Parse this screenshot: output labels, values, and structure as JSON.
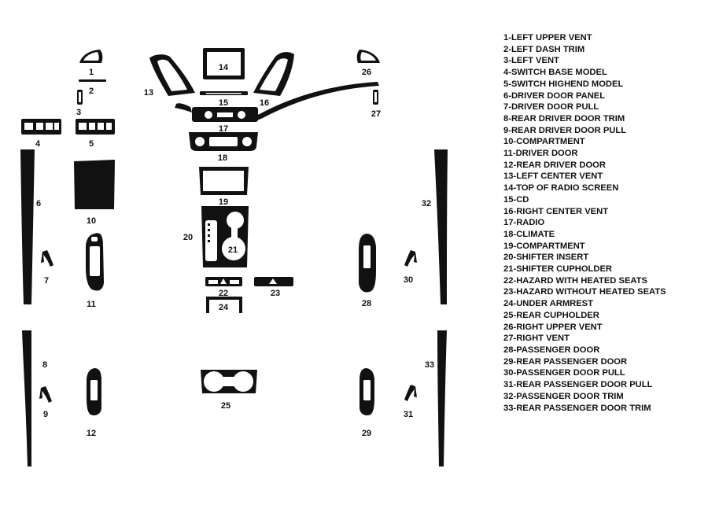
{
  "parts": [
    {
      "num": "1",
      "name": "LEFT UPPER VENT"
    },
    {
      "num": "2",
      "name": "LEFT DASH TRIM"
    },
    {
      "num": "3",
      "name": "LEFT VENT"
    },
    {
      "num": "4",
      "name": "SWITCH BASE MODEL"
    },
    {
      "num": "5",
      "name": "SWITCH HIGHEND MODEL"
    },
    {
      "num": "6",
      "name": "DRIVER DOOR PANEL"
    },
    {
      "num": "7",
      "name": "DRIVER DOOR PULL"
    },
    {
      "num": "8",
      "name": "REAR DRIVER DOOR TRIM"
    },
    {
      "num": "9",
      "name": "REAR DRIVER DOOR PULL"
    },
    {
      "num": "10",
      "name": "COMPARTMENT"
    },
    {
      "num": "11",
      "name": "DRIVER DOOR"
    },
    {
      "num": "12",
      "name": "REAR DRIVER DOOR"
    },
    {
      "num": "13",
      "name": "LEFT CENTER VENT"
    },
    {
      "num": "14",
      "name": "TOP OF RADIO SCREEN"
    },
    {
      "num": "15",
      "name": "CD"
    },
    {
      "num": "16",
      "name": "RIGHT CENTER VENT"
    },
    {
      "num": "17",
      "name": "RADIO"
    },
    {
      "num": "18",
      "name": "CLIMATE"
    },
    {
      "num": "19",
      "name": "COMPARTMENT"
    },
    {
      "num": "20",
      "name": "SHIFTER INSERT"
    },
    {
      "num": "21",
      "name": "SHIFTER CUPHOLDER"
    },
    {
      "num": "22",
      "name": "HAZARD WITH HEATED SEATS"
    },
    {
      "num": "23",
      "name": "HAZARD WITHOUT HEATED SEATS"
    },
    {
      "num": "24",
      "name": "UNDER ARMREST"
    },
    {
      "num": "25",
      "name": "REAR CUPHOLDER"
    },
    {
      "num": "26",
      "name": "RIGHT UPPER VENT"
    },
    {
      "num": "27",
      "name": "RIGHT VENT"
    },
    {
      "num": "28",
      "name": "PASSENGER DOOR"
    },
    {
      "num": "29",
      "name": "REAR PASSENGER DOOR"
    },
    {
      "num": "30",
      "name": "PASSENGER DOOR PULL"
    },
    {
      "num": "31",
      "name": "REAR PASSENGER DOOR PULL"
    },
    {
      "num": "32",
      "name": "PASSENGER DOOR TRIM"
    },
    {
      "num": "33",
      "name": "REAR PASSENGER DOOR TRIM"
    }
  ],
  "colors": {
    "ink": "#111111",
    "background": "#ffffff"
  }
}
